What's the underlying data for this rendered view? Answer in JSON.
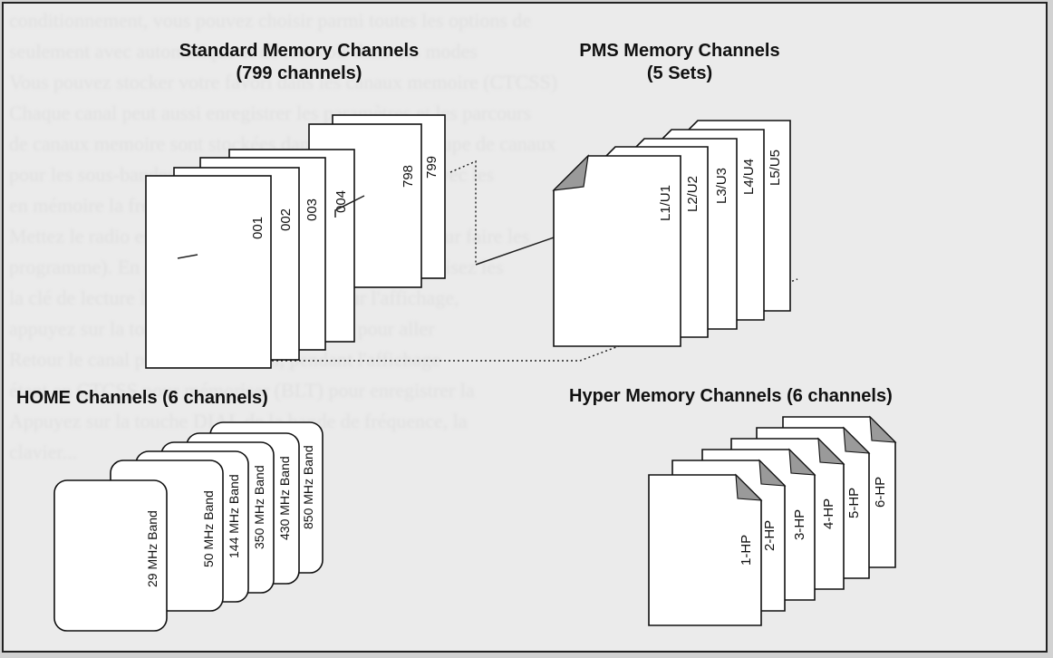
{
  "background_text": [
    "conditionnement, vous pouvez choisir parmi toutes les options de ",
    "seulement avec automatique et de recevoir dans ces modes",
    "Vous pouvez stocker votre favori dans les canaux memoire (CTCSS)",
    "Chaque canal peut aussi enregistrer les paramètres et les parcours",
    "de canaux memoire sont stockées dans leur propre groupe de canaux",
    "pour les sous-bandes et commutés en mode CTCSS, avec les",
    "en mémoire la fréquence.",
    "Mettez le radio en mode de canal CTCSS en (BLÉ) pour faire les",
    "programme). En cas d'erreur de CTCSS, effectuez, utilisez les",
    "la clé de lecture la base CTCSS, appuyez sur l'affichage,",
    "appuyez sur la touche de commande (BLT) pour aller",
    "Retour le canal pour l'information, pendant l'affichage",
    "étant en CTCSS pour mémoriser (BLT) pour enregistrer la",
    "Appuyez sur la touche DIAL de la bande de fréquence, la",
    "clavier..."
  ],
  "groups": {
    "standard": {
      "title_line1": "Standard Memory Channels",
      "title_line2": "(799 channels)",
      "cards": [
        "001",
        "002",
        "003",
        "004",
        "798",
        "799"
      ]
    },
    "pms": {
      "title_line1": "PMS Memory Channels",
      "title_line2": "(5 Sets)",
      "cards": [
        "L1/U1",
        "L2/U2",
        "L3/U3",
        "L4/U4",
        "L5/U5"
      ]
    },
    "home": {
      "title": "HOME Channels (6 channels)",
      "cards": [
        "29 MHz Band",
        "50 MHz Band",
        "144 MHz Band",
        "350 MHz Band",
        "430 MHz Band",
        "850 MHz Band"
      ]
    },
    "hyper": {
      "title": "Hyper Memory Channels (6 channels)",
      "cards": [
        "1-HP",
        "2-HP",
        "3-HP",
        "4-HP",
        "5-HP",
        "6-HP"
      ]
    }
  }
}
